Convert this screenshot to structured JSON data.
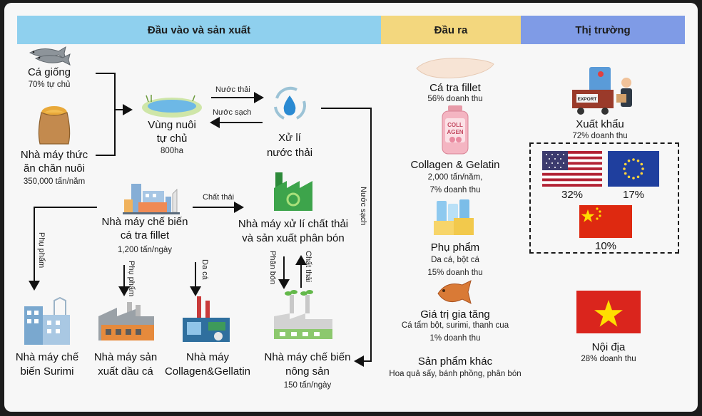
{
  "headers": {
    "input": "Đầu vào và sản xuất",
    "output": "Đầu ra",
    "market": "Thị trường"
  },
  "colors": {
    "header_blue": "#8fd0ee",
    "header_yellow": "#f3d77e",
    "header_darkblue": "#7f9be6",
    "arrow": "#111111"
  },
  "input": {
    "ca_giong": {
      "name": "Cá giống",
      "sub": "70% tự chủ",
      "icon": "fish-icon"
    },
    "thuc_an": {
      "name_l1": "Nhà máy thức",
      "name_l2": "ăn chăn nuôi",
      "sub": "350,000 tấn/năm",
      "icon": "feed-sack-icon"
    },
    "vung_nuoi": {
      "name_l1": "Vùng nuôi",
      "name_l2": "tự chủ",
      "sub": "800ha",
      "icon": "pond-icon"
    },
    "xu_li": {
      "name_l1": "Xử lí",
      "name_l2": "nước thải",
      "icon": "water-recycle-icon"
    },
    "che_bien": {
      "name_l1": "Nhà máy chế biến",
      "name_l2": "cá tra fillet",
      "sub": "1,200 tấn/ngày",
      "icon": "factory-icon"
    },
    "xu_li_chat_thai": {
      "name_l1": "Nhà máy xử lí chất thải",
      "name_l2": "và sản xuất phân bón",
      "icon": "recycle-factory-icon"
    },
    "surimi": {
      "name_l1": "Nhà máy chế",
      "name_l2": "biến Surimi",
      "icon": "building-icon"
    },
    "dau_ca": {
      "name_l1": "Nhà máy sản",
      "name_l2": "xuất dầu cá",
      "icon": "oil-factory-icon"
    },
    "collagen": {
      "name_l1": "Nhà máy",
      "name_l2": "Collagen&Gellatin",
      "icon": "industrial-plant-icon"
    },
    "nong_san": {
      "name_l1": "Nhà máy chế biến",
      "name_l2": "nông sản",
      "sub": "150 tấn/ngày",
      "icon": "agri-factory-icon"
    }
  },
  "flows": {
    "nuoc_thai": "Nước thải",
    "nuoc_sach": "Nước sạch",
    "chat_thai": "Chất thải",
    "nuoc_sach_v": "Nước sạch",
    "phu_pham_1": "Phụ phẩm",
    "phu_pham_2": "Phụ phẩm",
    "da_ca": "Da cá",
    "phan_bon": "Phân bón",
    "chat_thai_v": "Chất thải"
  },
  "output": {
    "fillet": {
      "name": "Cá tra fillet",
      "sub": "56% doanh thu",
      "icon": "fillet-icon"
    },
    "collagen": {
      "name": "Collagen & Gelatin",
      "sub1": "2,000 tấn/năm,",
      "sub2": "7% doanh thu",
      "icon": "collagen-jar-icon",
      "jar_text_1": "COLL",
      "jar_text_2": "AGEN"
    },
    "phu_pham": {
      "name": "Phụ phẩm",
      "sub1": "Da cá, bột cá",
      "sub2": "15% doanh thu",
      "icon": "products-icon"
    },
    "gia_tri": {
      "name": "Giá trị gia tăng",
      "sub1": "Cá tẩm bột, surimi, thanh cua",
      "sub2": "1% doanh thu",
      "icon": "fried-fish-icon"
    },
    "khac": {
      "name": "Sản phẩm khác",
      "sub": "Hoa quả sấy, bánh phồng, phân bón"
    }
  },
  "market": {
    "xuat_khau": {
      "name": "Xuất khẩu",
      "sub": "72% doanh thu",
      "icon": "export-truck-icon",
      "box_text": "EXPORT"
    },
    "usa": {
      "pct": "32%",
      "icon": "usa-flag-icon"
    },
    "eu": {
      "pct": "17%",
      "icon": "eu-flag-icon"
    },
    "china": {
      "pct": "10%",
      "icon": "china-flag-icon"
    },
    "noi_dia": {
      "name": "Nội địa",
      "sub": "28% doanh thu",
      "icon": "vietnam-flag-icon"
    }
  }
}
